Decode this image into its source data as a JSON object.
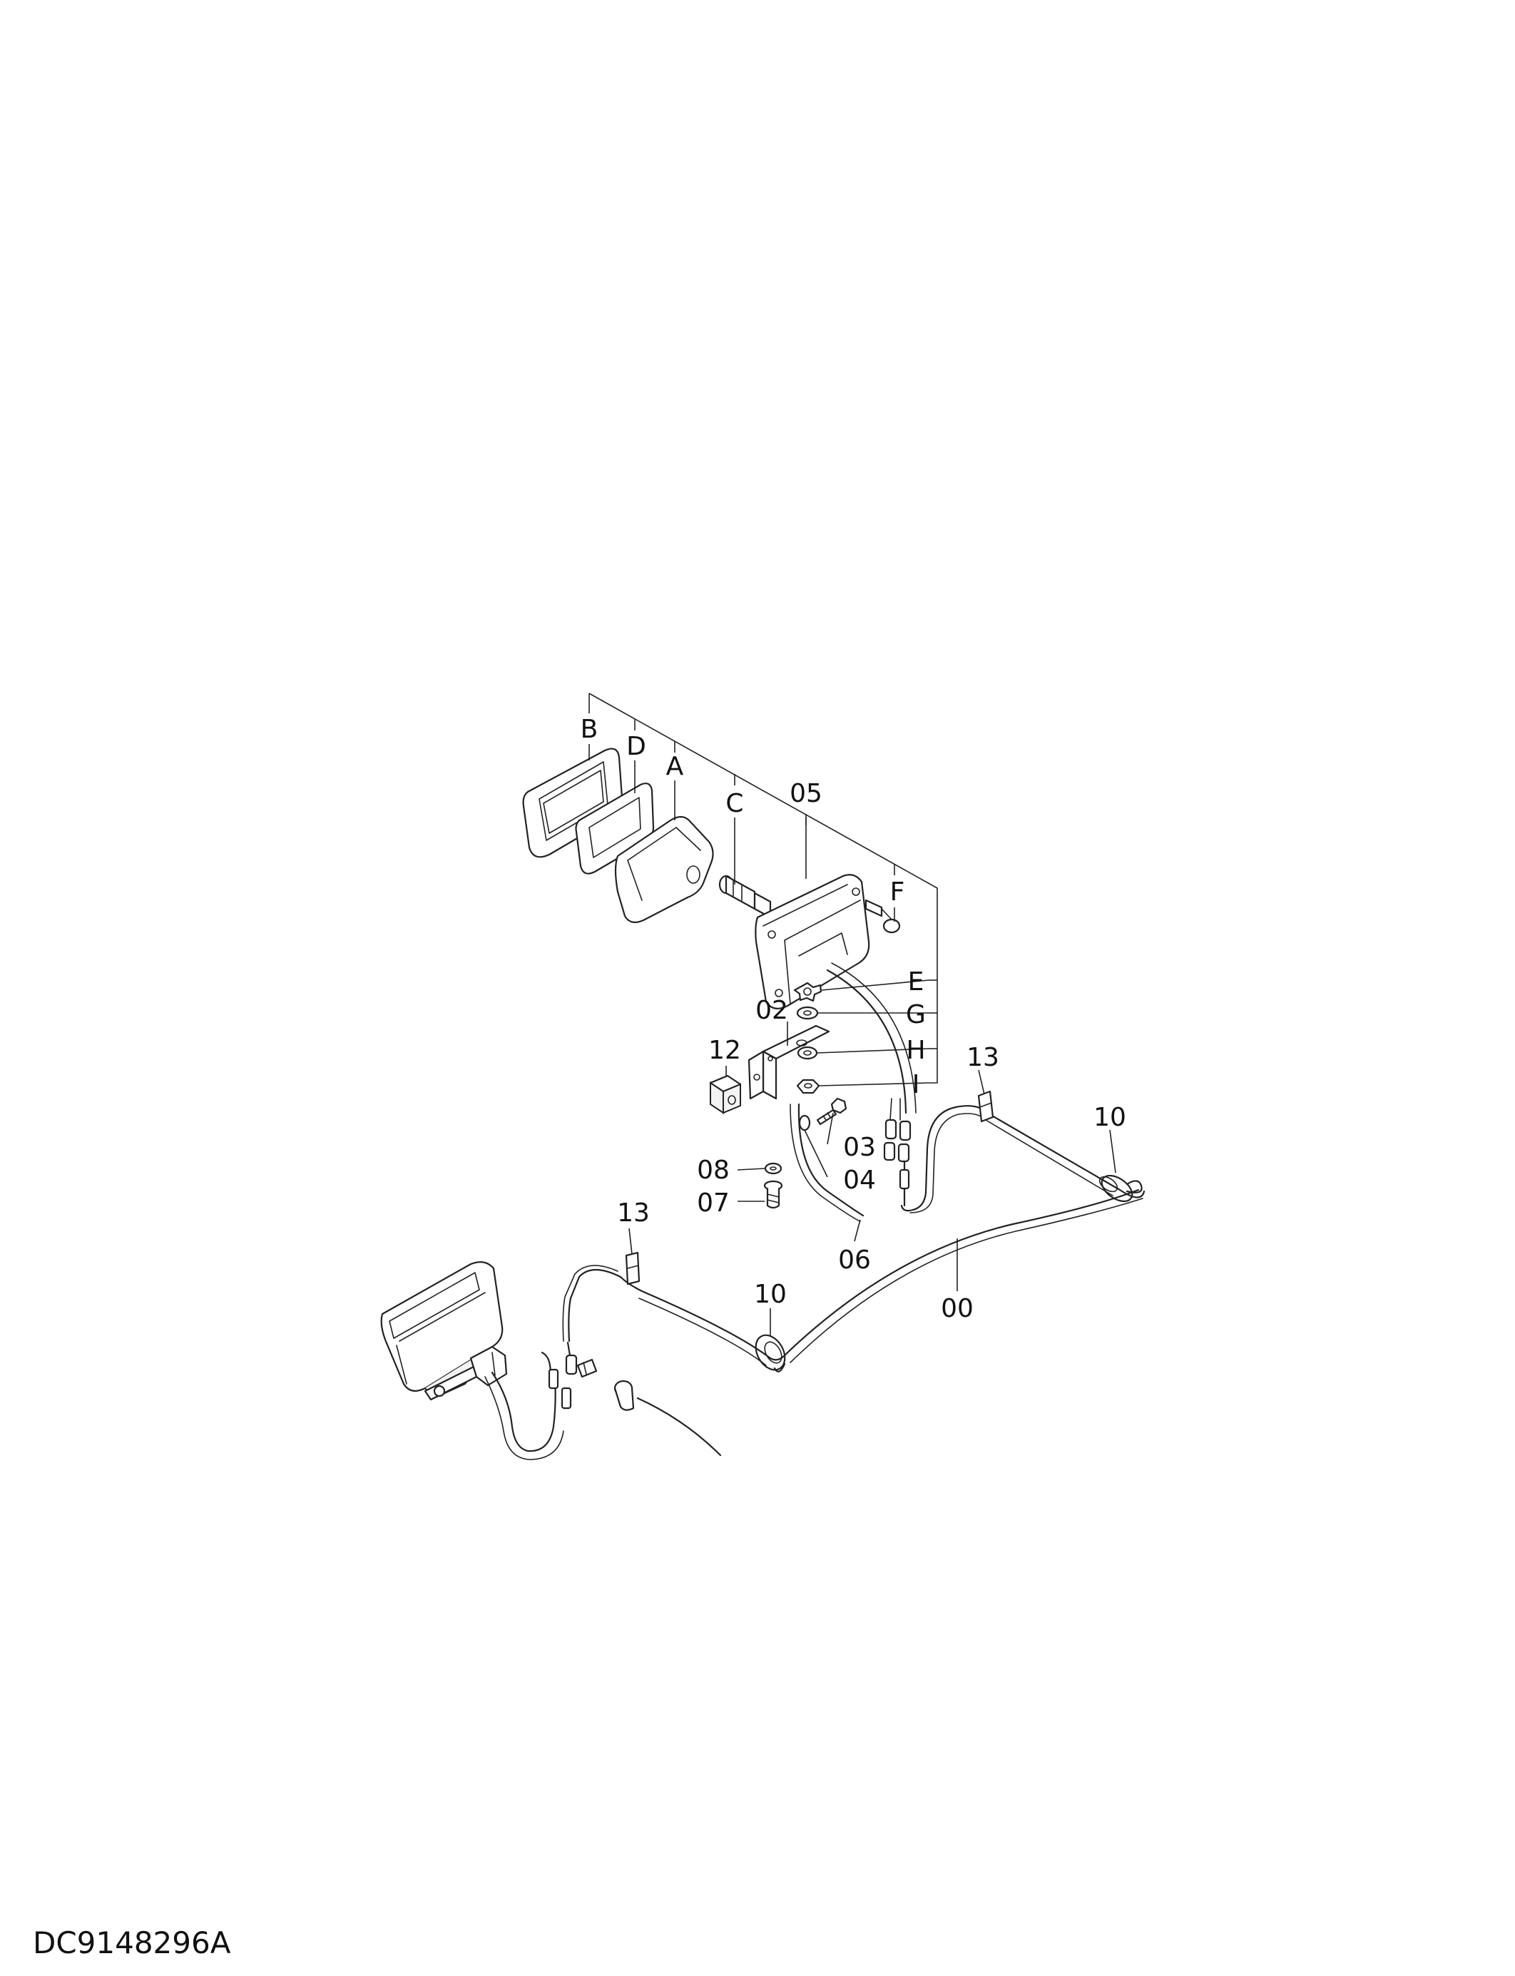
{
  "drawing": {
    "id": "DC9148296A",
    "callouts": {
      "A": "A",
      "B": "B",
      "C": "C",
      "D": "D",
      "E": "E",
      "F": "F",
      "G": "G",
      "H": "H",
      "I": "I",
      "p00": "00",
      "p02": "02",
      "p03": "03",
      "p04": "04",
      "p05": "05",
      "p06": "06",
      "p07": "07",
      "p08": "08",
      "p10a": "10",
      "p10b": "10",
      "p12": "12",
      "p13a": "13",
      "p13b": "13"
    }
  }
}
